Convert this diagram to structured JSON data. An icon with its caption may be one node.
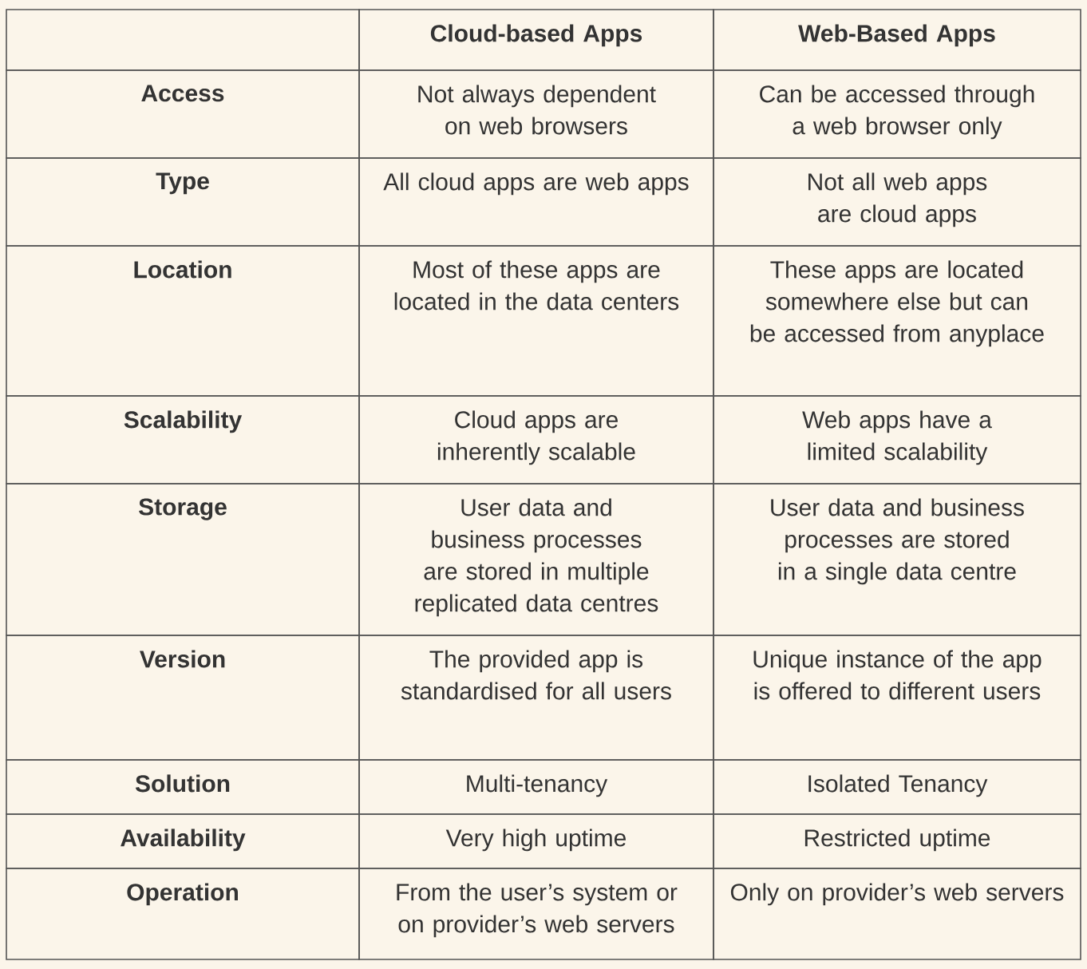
{
  "diagram": {
    "labels": [
      "Cloud-based Apps",
      "Web-Based Apps",
      "Access",
      "Not always dependent on web browsers",
      "Can be accessed through a web browser only",
      "Type",
      "All cloud apps are web apps",
      "Not all web apps are cloud apps",
      "Location",
      "Most of these apps are located in the data centers",
      "These apps are located somewhere else but can be accessed from anyplace",
      "Scalability",
      "Cloud apps are inherently scalable",
      "Web apps have a limited scalability",
      "Storage",
      "User data and business processes are stored in multiple replicated data centres",
      "User data and business processes are stored in a single data centre",
      "Version",
      "The provided app is standardised for all users",
      "Unique instance of the app is offered to different users",
      "Solution",
      "Multi-tenancy",
      "Isolated Tenancy",
      "Availability",
      "Very high uptime",
      "Restricted uptime",
      "Operation",
      "From the user’s system or on provider’s web servers",
      "Only on provider’s web servers"
    ]
  }
}
